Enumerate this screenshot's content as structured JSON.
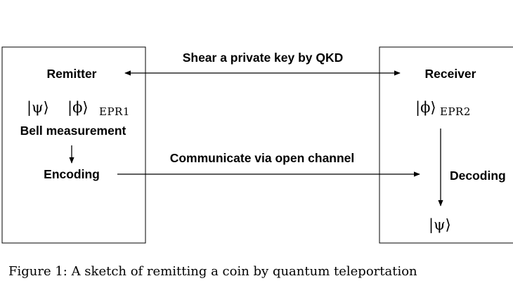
{
  "remitter": {
    "title": "Remitter",
    "psi": "|ψ⟩",
    "phi": "|ϕ⟩",
    "phi_sub": "EPR1",
    "bell": "Bell measurement",
    "encoding": "Encoding"
  },
  "receiver": {
    "title": "Receiver",
    "phi": "|ϕ⟩",
    "phi_sub": "EPR2",
    "decoding": "Decoding",
    "psi": "|ψ⟩"
  },
  "links": {
    "qkd": "Shear a private key by QKD",
    "open_channel": "Communicate via open channel"
  },
  "caption": "Figure 1: A sketch of remitting a coin by quantum teleportation"
}
